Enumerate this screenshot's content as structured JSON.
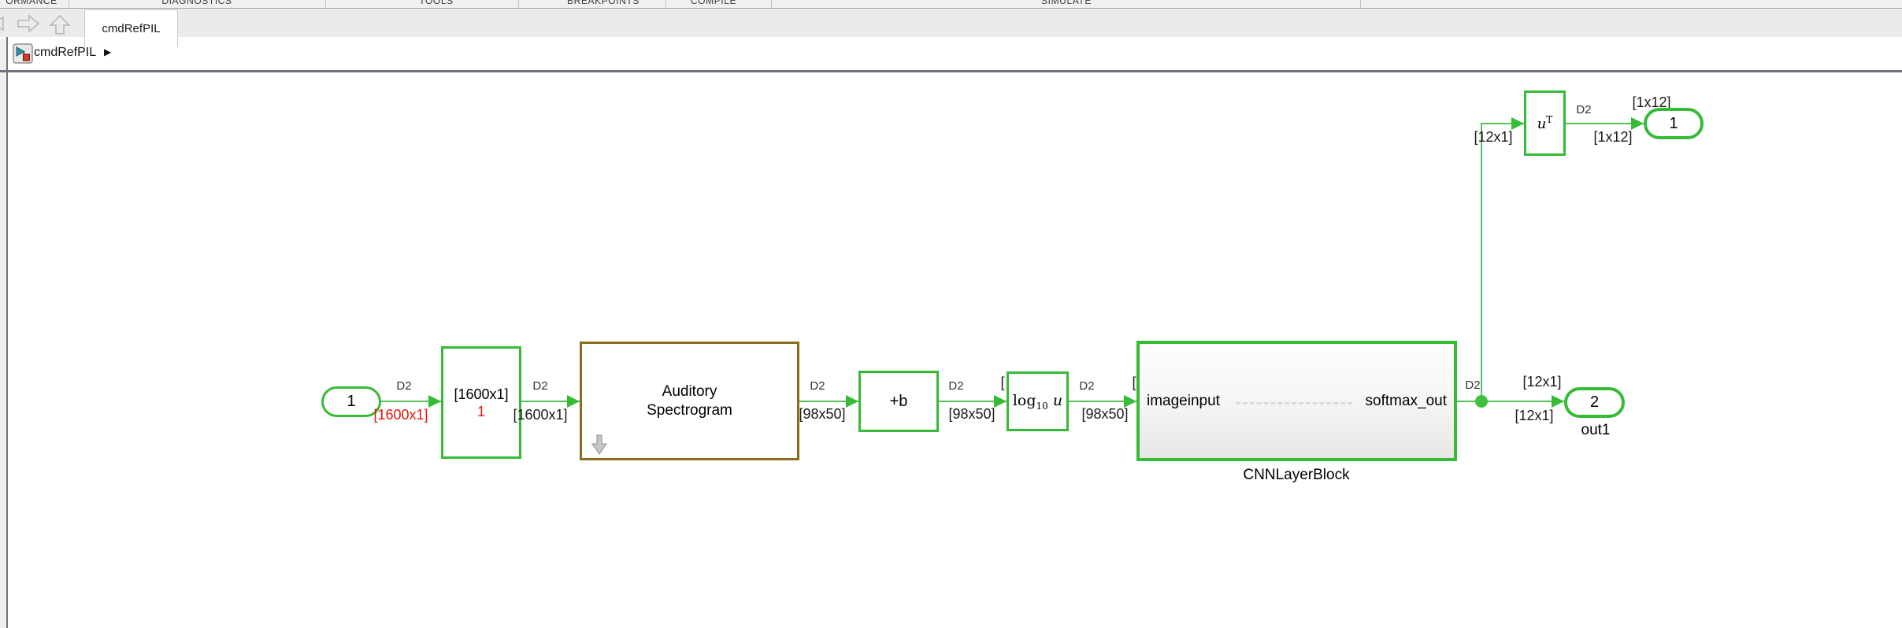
{
  "ribbon": {
    "groups": [
      {
        "label": "ORMANCE"
      },
      {
        "label": "DIAGNOSTICS"
      },
      {
        "label": "TOOLS"
      },
      {
        "label": "BREAKPOINTS"
      },
      {
        "label": "COMPILE"
      },
      {
        "label": "SIMULATE"
      }
    ]
  },
  "tabs": {
    "active": "cmdRefPIL"
  },
  "breadcrumb": {
    "model": "cmdRefPIL",
    "arrow": "▶"
  },
  "colors": {
    "signal_green": "#35bb35",
    "wire_green": "#55c455",
    "block_brown": "#8a6d1e",
    "error_red": "#e8150d",
    "canvas_white": "#ffffff"
  },
  "labels": {
    "d2": "D2",
    "dim_1600x1": "[1600x1]",
    "dim_98x50": "[98x50]",
    "dim_12x1": "[12x1]",
    "dim_1x12": "[1x12]",
    "bracket": "["
  },
  "blocks": {
    "inport": {
      "number": "1"
    },
    "reshape": {
      "dim": "[1600x1]",
      "index": "1"
    },
    "auditory": {
      "name_line1": "Auditory",
      "name_line2": "Spectrogram"
    },
    "bias": {
      "label": "+b"
    },
    "log": {
      "fn": "log",
      "sub": "10",
      "arg": "u"
    },
    "cnn": {
      "input_port": "imageinput",
      "output_port": "softmax_out",
      "caption": "CNNLayerBlock"
    },
    "transpose": {
      "base": "u",
      "sup": "T"
    },
    "outport1": {
      "number": "1"
    },
    "outport2": {
      "number": "2",
      "caption": "out1"
    }
  }
}
